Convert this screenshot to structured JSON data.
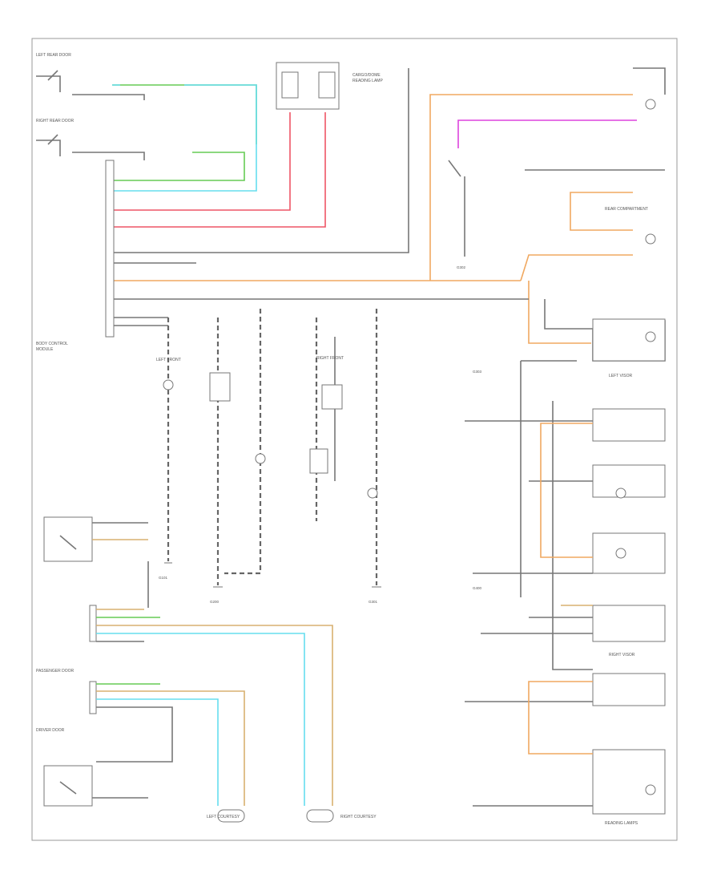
{
  "diagram": {
    "title": "",
    "page_number": "",
    "connector_labels": [
      "LEFT REAR DOOR",
      "RIGHT REAR DOOR",
      "BODY CONTROL",
      "MODULE",
      "LEFT FRONT",
      "RIGHT FRONT",
      "CARGO/DOME",
      "READING LAMP",
      "PASSENGER DOOR",
      "DRIVER DOOR",
      "LEFT COURTESY",
      "RIGHT COURTESY",
      "LEFT VISOR",
      "RIGHT VISOR",
      "REAR COMPARTMENT",
      "READING LAMPS",
      "G101",
      "G200",
      "G301",
      "G302",
      "G303",
      "G400"
    ]
  },
  "colors": {
    "wire_green": "#66cc55",
    "wire_cyan": "#66ddee",
    "wire_red": "#ee5566",
    "wire_pink": "#dd44dd",
    "wire_orange": "#f0a860",
    "wire_tan": "#d8b070",
    "wire_gray": "#777777",
    "frame": "#999999"
  }
}
